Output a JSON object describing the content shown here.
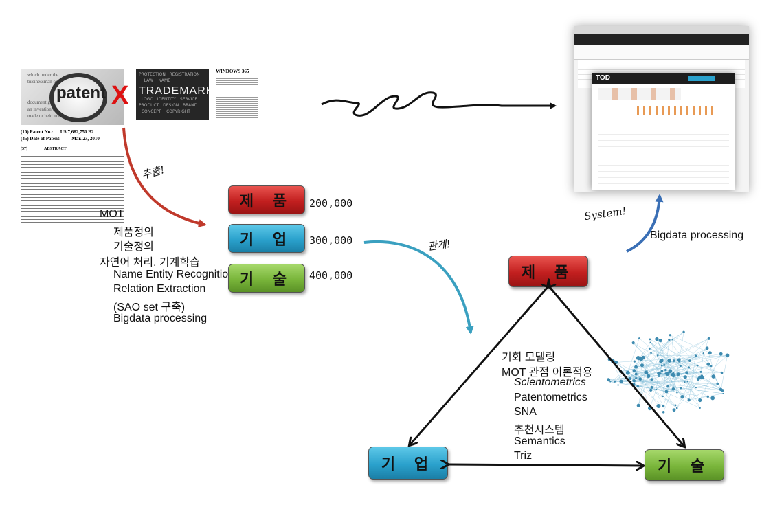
{
  "images": {
    "patent_label": "patent",
    "trademark_label": "TRADEMARK",
    "windows_label": "WINDOWS 365",
    "patent_no_label": "Patent No.:",
    "patent_no_value": "US 7,682,750 B2",
    "patent_date_label": "Date of Patent:",
    "patent_date_value": "Mar. 23, 2010",
    "abstract_label": "ABSTRACT",
    "cross": "X"
  },
  "left_list": {
    "items": [
      "MOT",
      "제품정의",
      "기술정의",
      "자연어 처리, 기계학습",
      "Name Entity Recognition",
      "Relation Extraction",
      "(SAO set 구축)",
      "Bigdata processing"
    ]
  },
  "extract_label": "추출!",
  "center_boxes": [
    {
      "label": "제 품",
      "count": "200,000",
      "color": "red"
    },
    {
      "label": "기 업",
      "count": "300,000",
      "color": "blue"
    },
    {
      "label": "기 술",
      "count": "400,000",
      "color": "green"
    }
  ],
  "relation_label": "관계!",
  "system_label": "System!",
  "bigdata_label": "Bigdata processing",
  "triangle": {
    "top": "제 품",
    "left": "기 업",
    "right": "기 술"
  },
  "methods": {
    "items": [
      "기회 모델링",
      "MOT 관점 이론적용",
      "Scientometrics",
      "Patentometrics",
      "SNA",
      "추천시스템",
      "Semantics",
      "Triz"
    ]
  },
  "screenshot": {
    "logo": "TOD"
  },
  "colors": {
    "red": "#c21f1f",
    "blue": "#2aa1cc",
    "green": "#79b53a",
    "arrow_red": "#c0392b",
    "arrow_teal": "#3aa0c0",
    "arrow_blue": "#3a6fb5"
  }
}
